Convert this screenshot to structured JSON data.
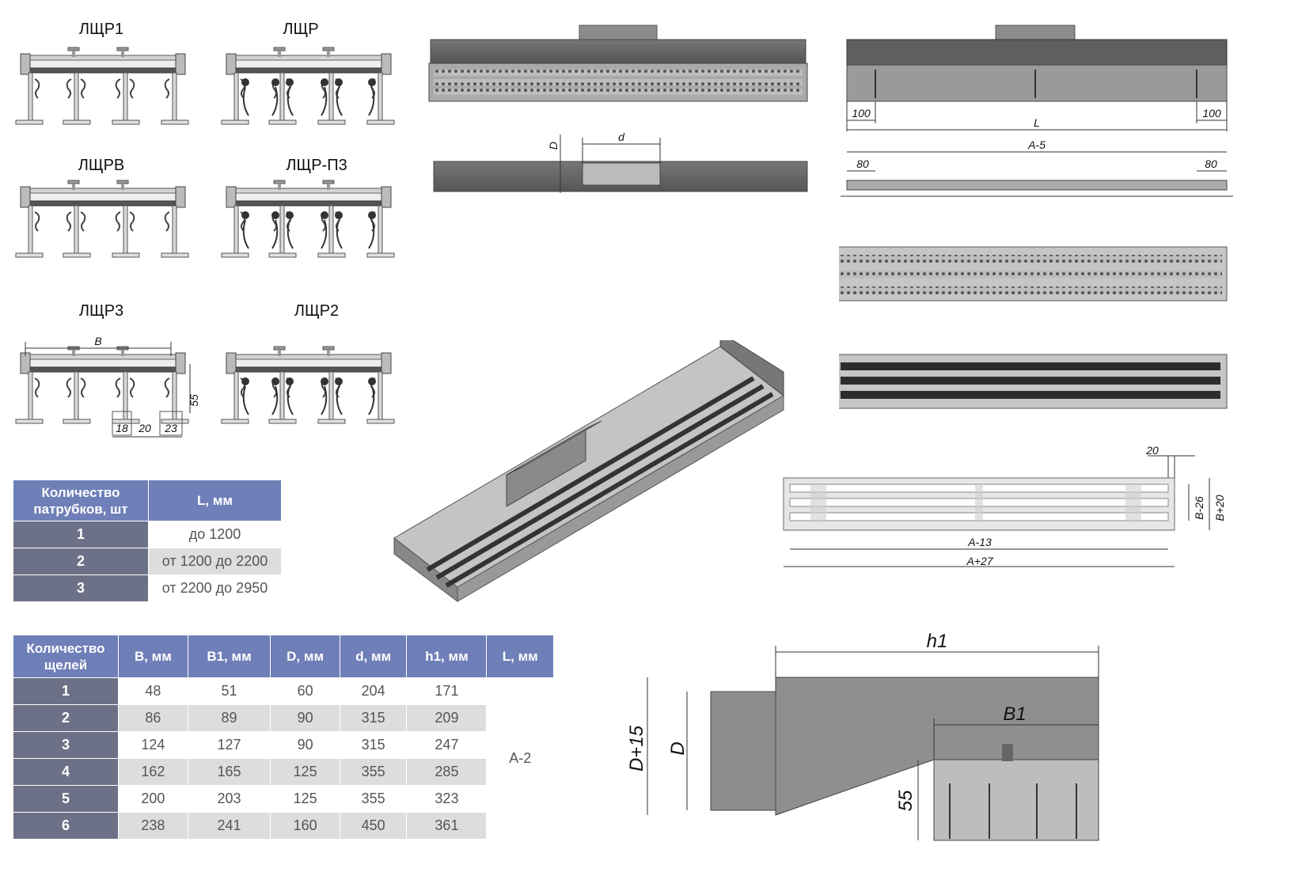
{
  "sections": {
    "lshchr1": "ЛЩР1",
    "lshchr": "ЛЩР",
    "lshchrv": "ЛЩРВ",
    "lshchr_p3": "ЛЩР-П3",
    "lshchr3": "ЛЩР3",
    "lshchr2": "ЛЩР2"
  },
  "profile_dims": {
    "b": "B",
    "h55": "55",
    "w18": "18",
    "w20": "20",
    "w23": "23"
  },
  "top_dims": {
    "d_cap": "D",
    "d_small": "d"
  },
  "right_dims": {
    "m100a": "100",
    "m100b": "100",
    "l": "L",
    "a5": "A-5",
    "m80a": "80",
    "m80b": "80",
    "w20": "20",
    "b26": "B-26",
    "b20": "B+20",
    "a13": "A-13",
    "a27": "A+27"
  },
  "bottom_dims": {
    "h1": "h1",
    "b1": "B1",
    "d15": "D+15",
    "d": "D",
    "h55": "55"
  },
  "table1": {
    "headers": [
      "Количество патрубков, шт",
      "L, мм"
    ],
    "rows": [
      [
        "1",
        "до 1200"
      ],
      [
        "2",
        "от 1200 до 2200"
      ],
      [
        "3",
        "от 2200 до 2950"
      ]
    ]
  },
  "table2": {
    "headers": [
      "Количество щелей",
      "B, мм",
      "B1, мм",
      "D, мм",
      "d, мм",
      "h1, мм",
      "L, мм"
    ],
    "rows": [
      [
        "1",
        "48",
        "51",
        "60",
        "204",
        "171"
      ],
      [
        "2",
        "86",
        "89",
        "90",
        "315",
        "209"
      ],
      [
        "3",
        "124",
        "127",
        "90",
        "315",
        "247"
      ],
      [
        "4",
        "162",
        "165",
        "125",
        "355",
        "285"
      ],
      [
        "5",
        "200",
        "203",
        "125",
        "355",
        "323"
      ],
      [
        "6",
        "238",
        "241",
        "160",
        "450",
        "361"
      ]
    ],
    "l_value": "A-2"
  }
}
